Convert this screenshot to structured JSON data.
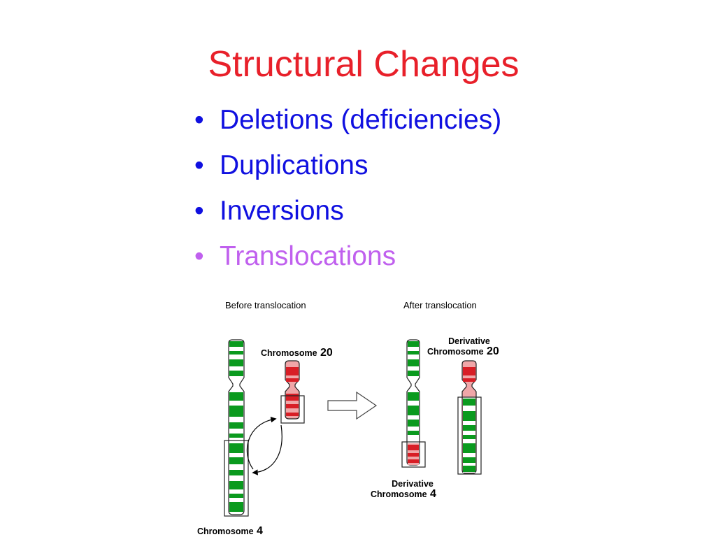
{
  "slide": {
    "title": "Structural Changes",
    "title_color": "#e8202a",
    "bullets": [
      {
        "text": "Deletions (deficiencies)",
        "color": "#1010e0"
      },
      {
        "text": "Duplications",
        "color": "#1010e0"
      },
      {
        "text": "Inversions",
        "color": "#1010e0"
      },
      {
        "text": "Translocations",
        "color": "#c060ee"
      }
    ]
  },
  "diagram": {
    "before_caption": "Before translocation",
    "after_caption": "After translocation",
    "chr20": {
      "word": "Chromosome",
      "num": "20"
    },
    "deriv20": {
      "line1": "Derivative",
      "word": "Chromosome",
      "num": "20"
    },
    "deriv4": {
      "line1": "Derivative",
      "word": "Chromosome",
      "num": "4"
    },
    "chr4": {
      "word": "Chromosome",
      "num": "4"
    },
    "colors": {
      "green": "#0a9a1e",
      "red": "#d81e26",
      "light_green": "#ffffff",
      "light_red": "#f0a6a8"
    }
  }
}
